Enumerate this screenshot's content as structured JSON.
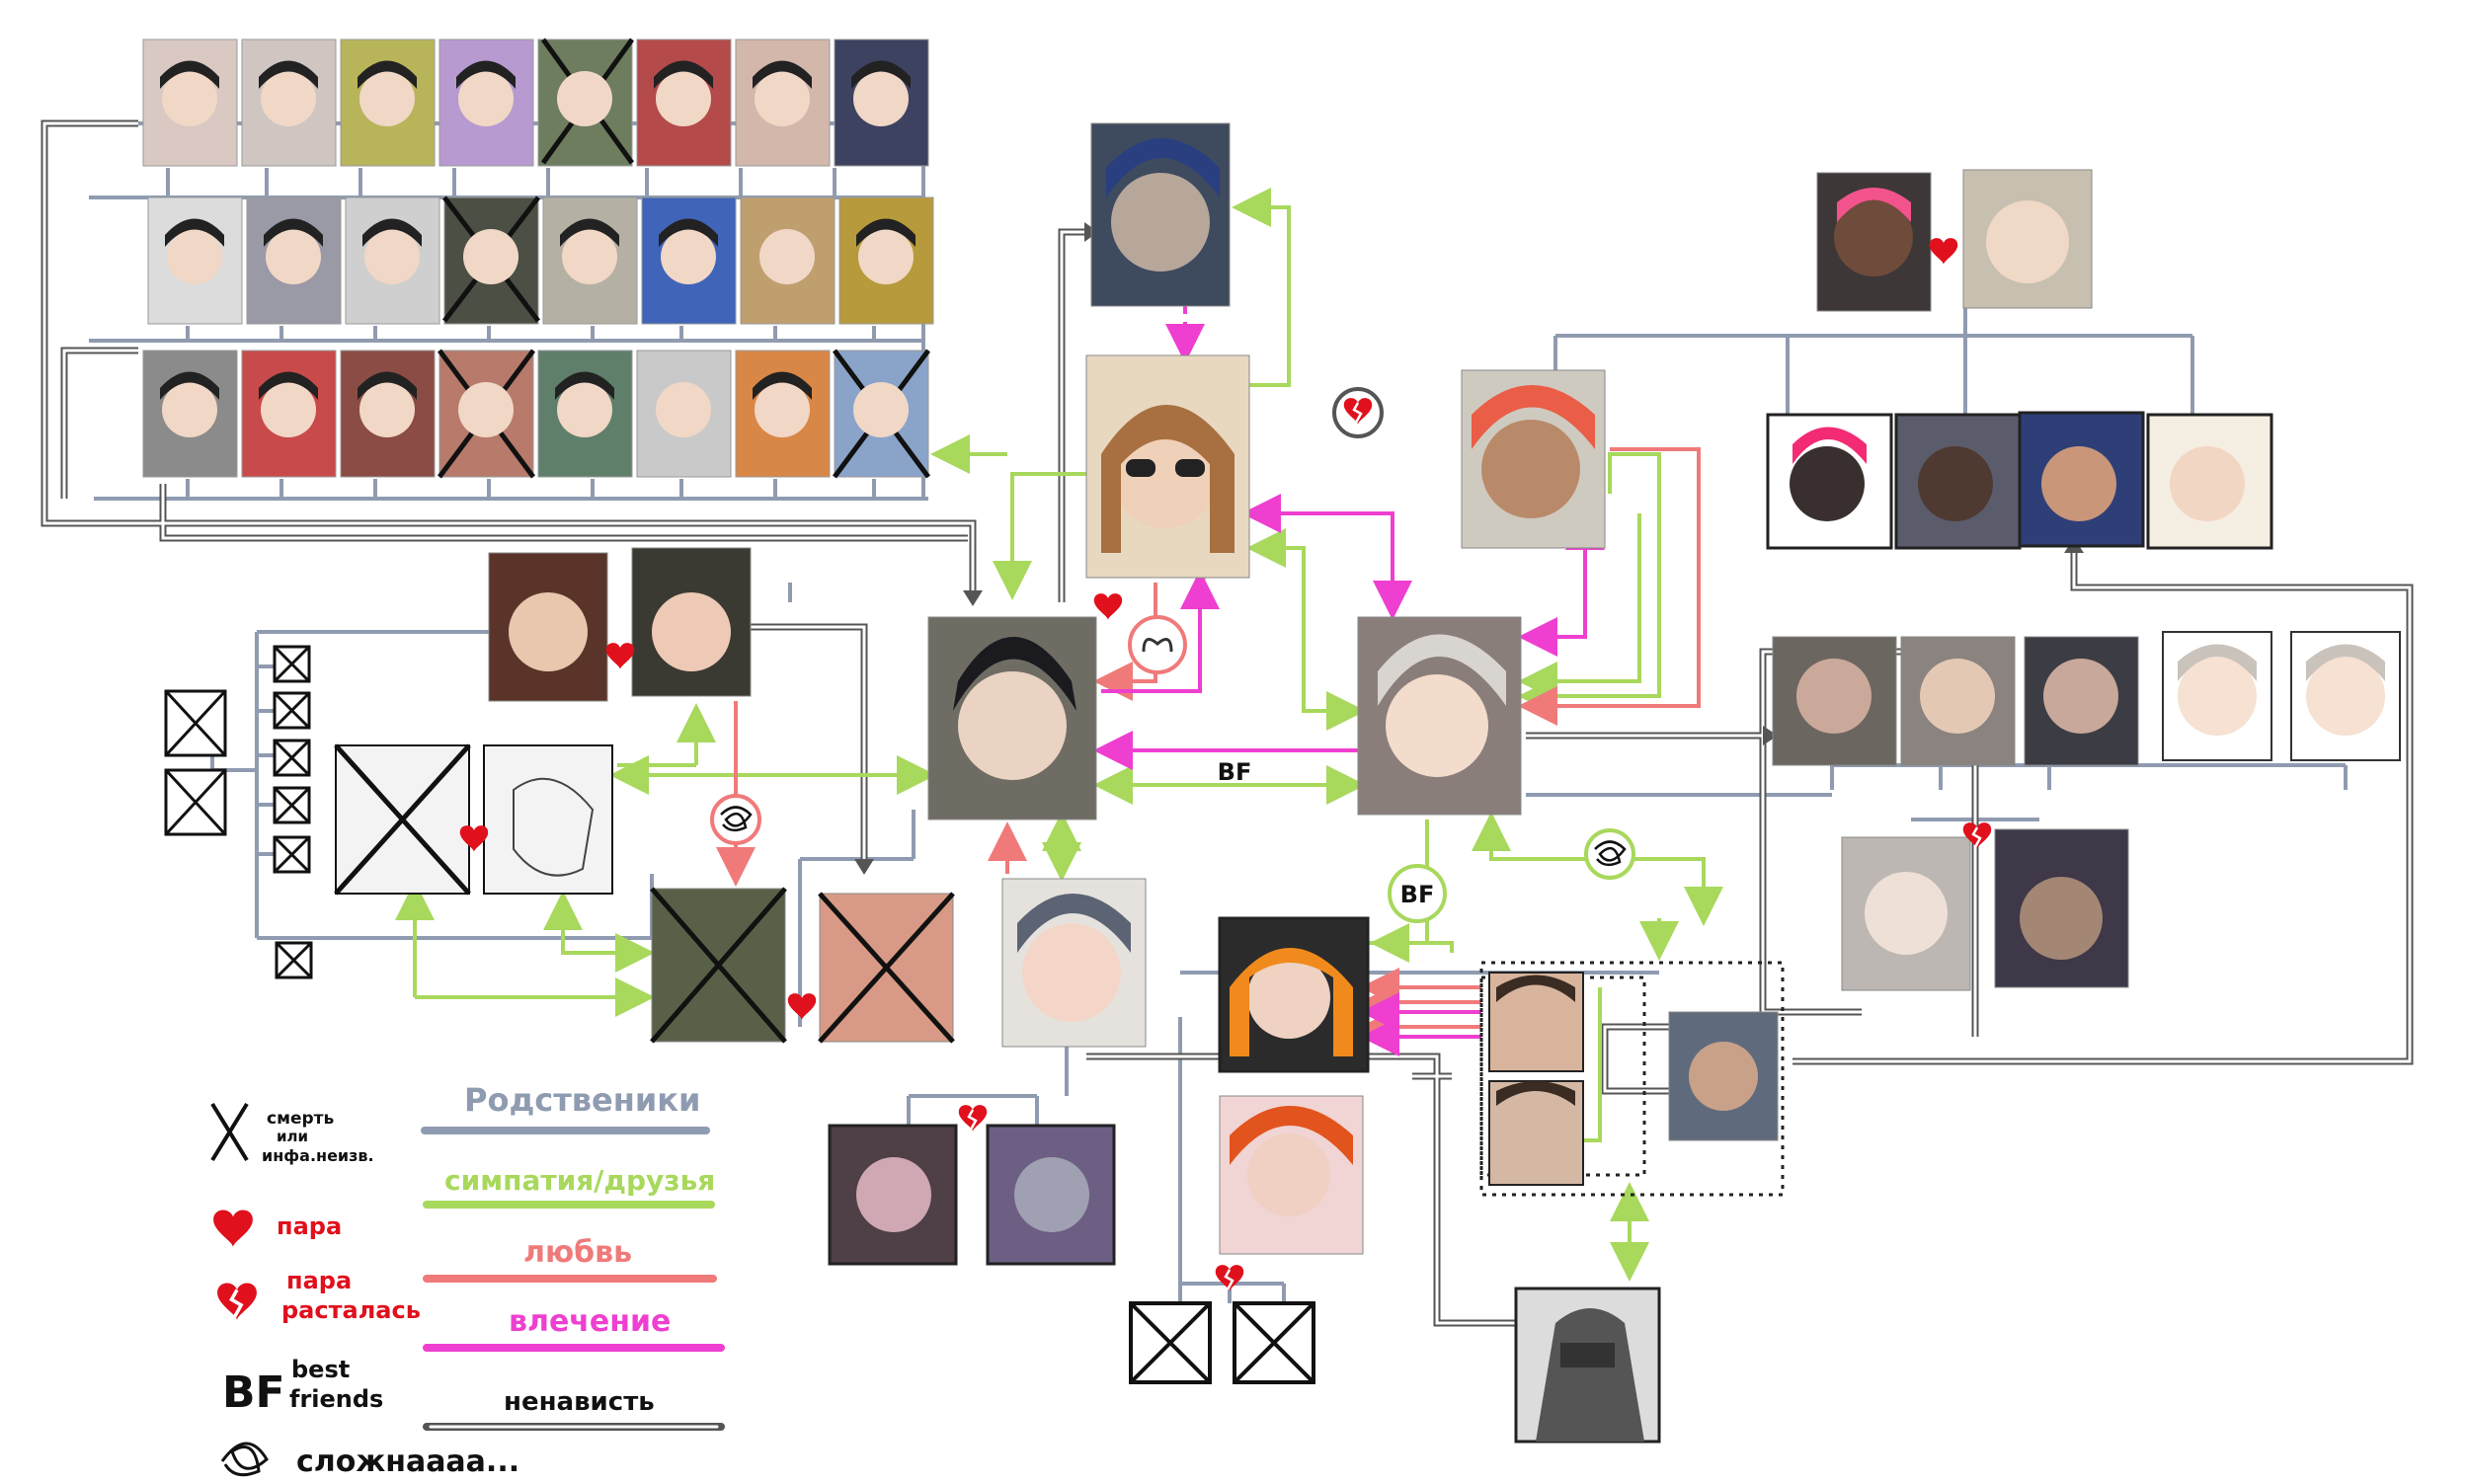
{
  "colors": {
    "relatives": "#8f9bb0",
    "sympathy": "#a8d85c",
    "love": "#f07a7a",
    "attraction": "#ee3fd0",
    "hate": "#555555",
    "heart": "#e0101c",
    "dead": "#111111"
  },
  "legend": {
    "death": "смерть или инфа.неизв.",
    "death_line1": "смерть",
    "death_line2": "или",
    "death_line3": "инфа.неизв.",
    "couple": "пара",
    "broke_up_line1": "пара",
    "broke_up_line2": "расталась",
    "bf_symbol": "BF",
    "bf_line1": "best",
    "bf_line2": "friends",
    "complicated": "сложнаааа...",
    "relatives": "Родственики",
    "sympathy": "симпатия/друзья",
    "love": "любвь",
    "attraction": "влечение",
    "hate": "ненависть"
  },
  "labels": {
    "bf_center": "BF",
    "bf_circle": "BF"
  }
}
